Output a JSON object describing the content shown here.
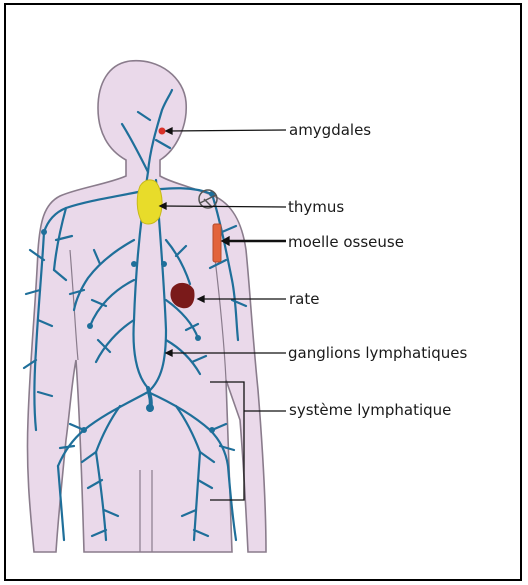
{
  "labels": {
    "amygdales": "amygdales",
    "thymus": "thymus",
    "moelle": "moelle osseuse",
    "rate": "rate",
    "ganglions": "ganglions lymphatiques",
    "systeme": "système lymphatique"
  },
  "colors": {
    "body_fill": "#ead9ea",
    "body_outline": "#8a7c8c",
    "vessel": "#1f6f9a",
    "thymus": "#e8dc2a",
    "spleen": "#7a1a1a",
    "tonsil": "#d9322a",
    "marrow": "#e2643c",
    "pointer": "#111111"
  }
}
